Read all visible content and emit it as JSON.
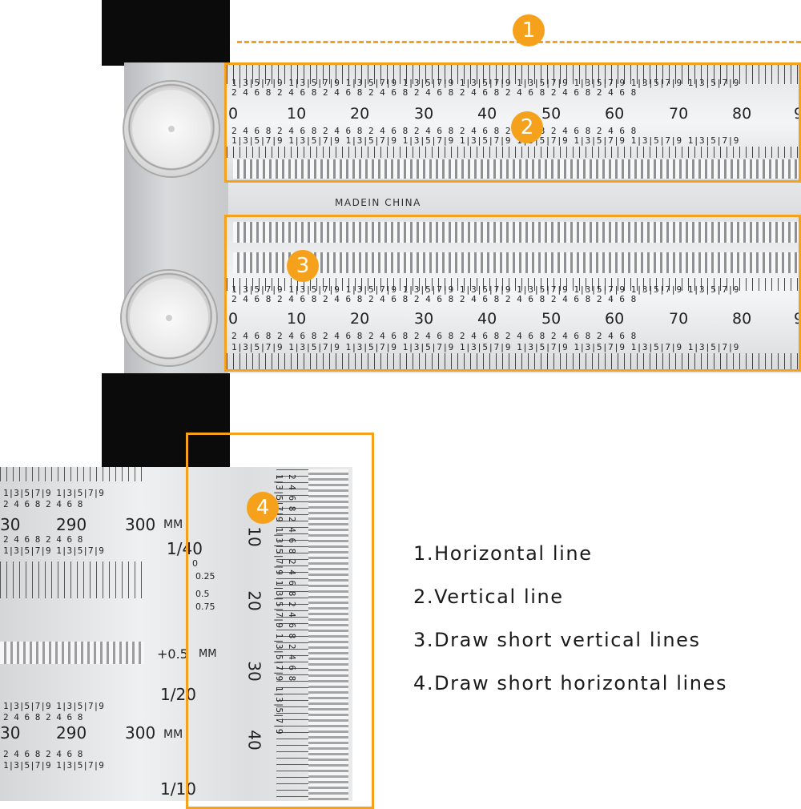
{
  "scale_top": {
    "upper_digits": "1|3|5|7|9 1|3|5|7|9 1|3|5|7|9 1|3|5|7|9 1|3|5|7|9 1|3|5|7|9 1|3|5|7|9 1|3|5|7|9 1|3|5|7|9",
    "upper_digits2": " 2 4 6 8  2 4 6 8  2 4 6 8  2 4 6 8  2 4 6 8  2 4 6 8  2 4 6 8  2 4 6 8  2 4 6 8",
    "numbers": [
      "0",
      "10",
      "20",
      "30",
      "40",
      "50",
      "60",
      "70",
      "80",
      "9"
    ],
    "lower_digits": " 2 4 6 8  2 4 6 8  2 4 6 8  2 4 6 8  2 4 6 8  2 4 6 8  2 4 6 8  2 4 6 8  2 4 6 8",
    "lower_digits2": "1|3|5|7|9 1|3|5|7|9 1|3|5|7|9 1|3|5|7|9 1|3|5|7|9 1|3|5|7|9 1|3|5|7|9 1|3|5|7|9 1|3|5|7|9"
  },
  "made_in": "MADEIN CHINA",
  "scale_bottom": {
    "upper_digits": "1|3|5|7|9 1|3|5|7|9 1|3|5|7|9 1|3|5|7|9 1|3|5|7|9 1|3|5|7|9 1|3|5|7|9 1|3|5|7|9 1|3|5|7|9",
    "upper_digits2": " 2 4 6 8  2 4 6 8  2 4 6 8  2 4 6 8  2 4 6 8  2 4 6 8  2 4 6 8  2 4 6 8  2 4 6 8",
    "numbers": [
      "0",
      "10",
      "20",
      "30",
      "40",
      "50",
      "60",
      "70",
      "80",
      "9"
    ],
    "lower_digits": " 2 4 6 8  2 4 6 8  2 4 6 8  2 4 6 8  2 4 6 8  2 4 6 8  2 4 6 8  2 4 6 8  2 4 6 8",
    "lower_digits2": "1|3|5|7|9 1|3|5|7|9 1|3|5|7|9 1|3|5|7|9 1|3|5|7|9 1|3|5|7|9 1|3|5|7|9 1|3|5|7|9 1|3|5|7|9"
  },
  "square": {
    "digits_a": "1|3|5|7|9 1|3|5|7|9",
    "digits_b": " 2 4 6 8   2 4 6 8",
    "row1_numbers": [
      "30",
      "290",
      "300"
    ],
    "unit": "MM",
    "fraction_40": "1/40",
    "marks": [
      "0",
      "0.25",
      "0.5",
      "0.75"
    ],
    "plus_half": "+0.5",
    "fraction_20": "1/20",
    "row2_numbers": [
      "30",
      "290",
      "300"
    ],
    "fraction_10": "1/10"
  },
  "vertical_scale": {
    "numbers": [
      "10",
      "20",
      "30",
      "40"
    ],
    "digits_a": "1|3|5|7|9 1|3|5|7|9 1|3|5|7|9 1|3|5|7|9 1|3|5|7|9",
    "digits_b": "2 4 6 8  2 4 6 8  2 4 6 8  2 4 6 8  2 4 6 8"
  },
  "badges": [
    "1",
    "2",
    "3",
    "4"
  ],
  "legend": [
    "1.Horizontal line",
    "2.Vertical line",
    "3.Draw short vertical lines",
    "4.Draw short horizontal lines"
  ],
  "colors": {
    "accent": "#f5a11c",
    "body_black": "#0b0b0b",
    "steel": "#e4e6e8"
  }
}
